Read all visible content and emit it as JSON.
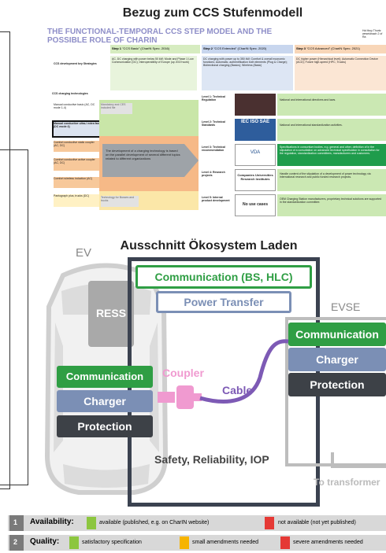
{
  "title_top": "Bezug zum CCS Stufenmodell",
  "slide": {
    "title": "THE FUNCTIONAL-TEMPORAL CCS STEP MODEL AND THE POSSIBLE ROLE OF CHARIN",
    "corner_note": "Hol tbuy Thurtz weseidnach 2 of Ra",
    "steps": [
      {
        "label": "Step 1",
        "sub": "\"CCS Basic\" (CharIN Spec. 2016)"
      },
      {
        "label": "Step 2",
        "sub": "\"CCS Extended\" (CharIN Spec. 2020)"
      },
      {
        "label": "Step 3",
        "sub": "\"CCS Advanced\" (CharIN Spec. 2021)"
      }
    ],
    "left_header": "CCS development key Strategies",
    "step1_text": "AC, DC charging with power below 50 kW; Mode and Phase 1 Low Communication (DC); Interoperability of Europe (up 2019 work)",
    "step2_text": "DC charging with power up to 350 kW; Comfort & overall economic functions; Automatic, authentification both elements (Plug & Charge); Bidirectional charging (Basics); Wireless (Basic)",
    "step3_text": "DC higher power (Hierarchical level); Automatic Connection Device (ACD); Future high-speed (HPC, Trucks)",
    "ccs_charging_label": "CCS charging technologies",
    "tech_rows": [
      "Manual conductive basic (AC, DC mode 1-4)",
      "Manual conductive ultra-/ extra fast (DC mode 4)",
      "Comfort conductive static coupler (AC, DC)",
      "Comfort conductive active coupler (AC, DC)",
      "Comfort wireless induction (AC)",
      "Pantograph plus, trucks (DC)"
    ],
    "grey_note_1": "Mandatory and CES included file",
    "arrow_text": "The development of a charging technology is based on the parallel development of several different topics related to different organizations",
    "grey_note_2": "Technology for Busses and trucks",
    "levels": [
      {
        "name": "Level 1: Technical Regulation",
        "text": "National and international directives and laws."
      },
      {
        "name": "Level 2: Technical Standards",
        "text": "National and international standardization activities."
      },
      {
        "name": "Level 3: Technical recommendation",
        "text": "Specifications in consortium bodies, e.g. general and other, definition of in the stipulation of a consultation on advanced technical specification in consultation for the regulation, standardization committees, manufacturers and customers."
      },
      {
        "name": "Level 4: Research projects",
        "text": "Handle content of the stipulation of a development of power technology via international research and public funded research projects."
      },
      {
        "name": "Level 5: Internal product development",
        "text": "OEM Charging Station manufacturers, proprietary technical solutions are supported in the standardization committee."
      }
    ],
    "level_logos": [
      "",
      "IEC ISO SAE",
      "VDA",
      "Companies Universities Research Institutes",
      "No use cases"
    ]
  },
  "title_eco": "Ausschnitt Ökosystem Laden",
  "eco": {
    "ev_label": "EV",
    "ress": "RESS",
    "comm_bs_hlc": "Communication (BS, HLC)",
    "power_transfer": "Power Transfer",
    "evse_label": "EVSE",
    "ev_blocks": [
      "Communication",
      "Charger",
      "Protection"
    ],
    "evse_blocks": [
      "Communication",
      "Charger",
      "Protection"
    ],
    "coupler": "Coupler",
    "cable": "Cable",
    "safety": "Safety, Reliability, IOP",
    "to_transformer": "To transformer"
  },
  "legend": [
    {
      "num": "1",
      "label": "Availability:",
      "items": [
        {
          "color": "#8cc63f",
          "text": "available (published, e.g. on CharIN website)"
        },
        {
          "color": "#e53935",
          "text": "not available (not yet published)"
        }
      ]
    },
    {
      "num": "2",
      "label": "Quality:",
      "items": [
        {
          "color": "#8cc63f",
          "text": "satisfactory specification"
        },
        {
          "color": "#f6b400",
          "text": "small amendments needed"
        },
        {
          "color": "#e53935",
          "text": "severe amendments needed"
        }
      ]
    }
  ],
  "colors": {
    "green": "#2f9e44",
    "blue_grey": "#7b8fb5",
    "dark": "#3d4147",
    "pink": "#f09ad0",
    "purple": "#7d5ab5",
    "frame": "#3b4250"
  }
}
